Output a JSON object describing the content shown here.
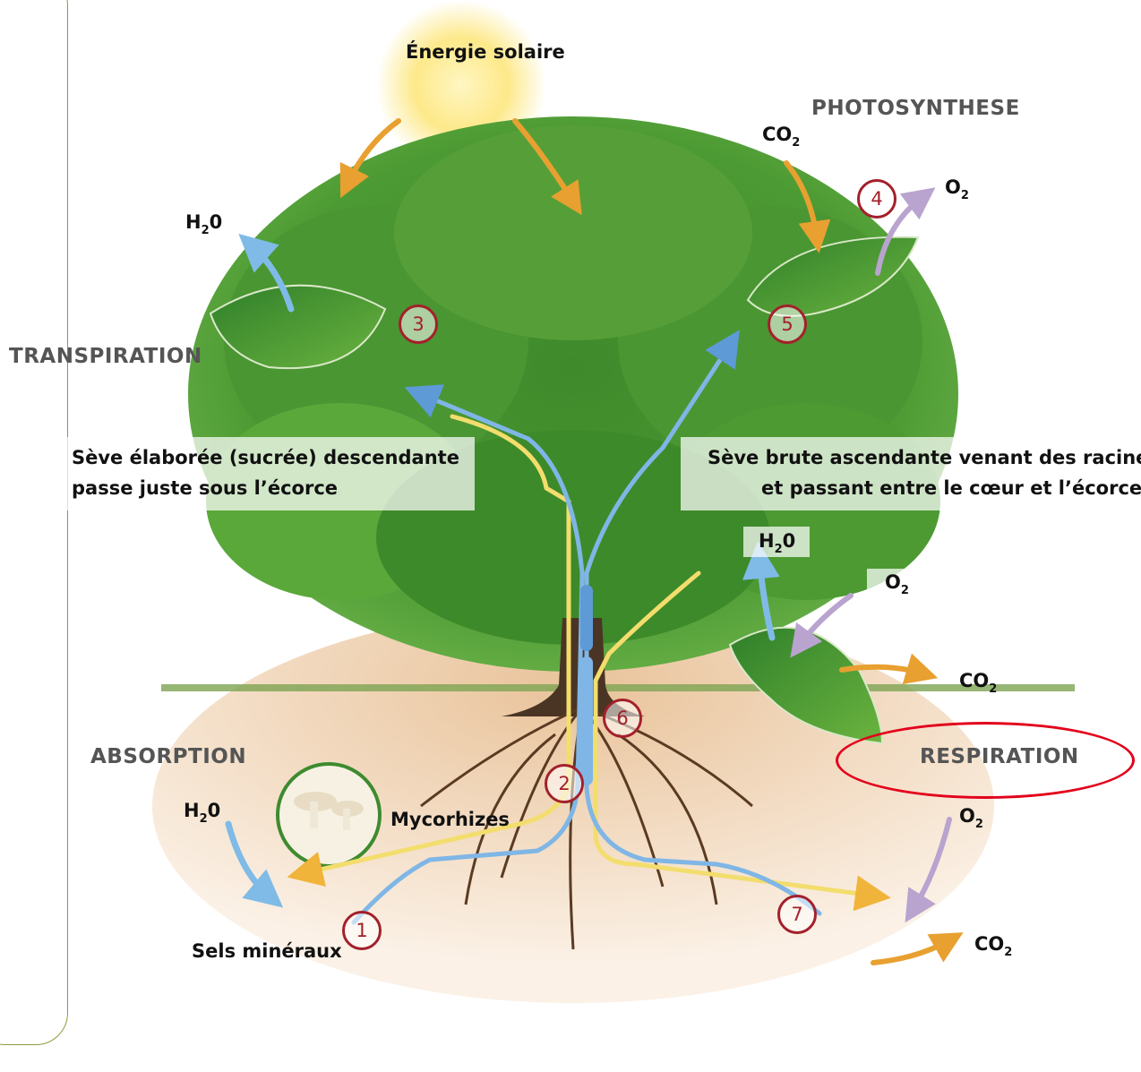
{
  "labels": {
    "energie": "Énergie solaire",
    "photosynthese": "PHOTOSYNTHESE",
    "transpiration": "TRANSPIRATION",
    "absorption": "ABSORPTION",
    "respiration": "RESPIRATION",
    "seve_elaboree_1": "Sève élaborée (sucrée) descendante",
    "seve_elaboree_2": "passe juste sous l’écorce",
    "seve_brute_1": "Sève brute ascendante venant des racines",
    "seve_brute_2": "et passant entre le cœur et l’écorce",
    "mycorhizes": "Mycorhizes",
    "sels": "Sels minéraux"
  },
  "chem": {
    "co2": {
      "main": "CO",
      "sub": "2"
    },
    "o2": {
      "main": "O",
      "sub": "2"
    },
    "h2o": {
      "main": "H",
      "sub": "2",
      "tail": "0"
    }
  },
  "numbers": [
    "1",
    "2",
    "3",
    "4",
    "5",
    "6",
    "7"
  ],
  "colors": {
    "sap_up": "#7fb6e6",
    "sap_down": "#f3dd6d",
    "energy_arrow": "#e8a030",
    "o2_arrow": "#b9a3cf",
    "h2o_arrow": "#7fbbe6",
    "highlight": "#e3001b",
    "marker": "#a3202b"
  }
}
